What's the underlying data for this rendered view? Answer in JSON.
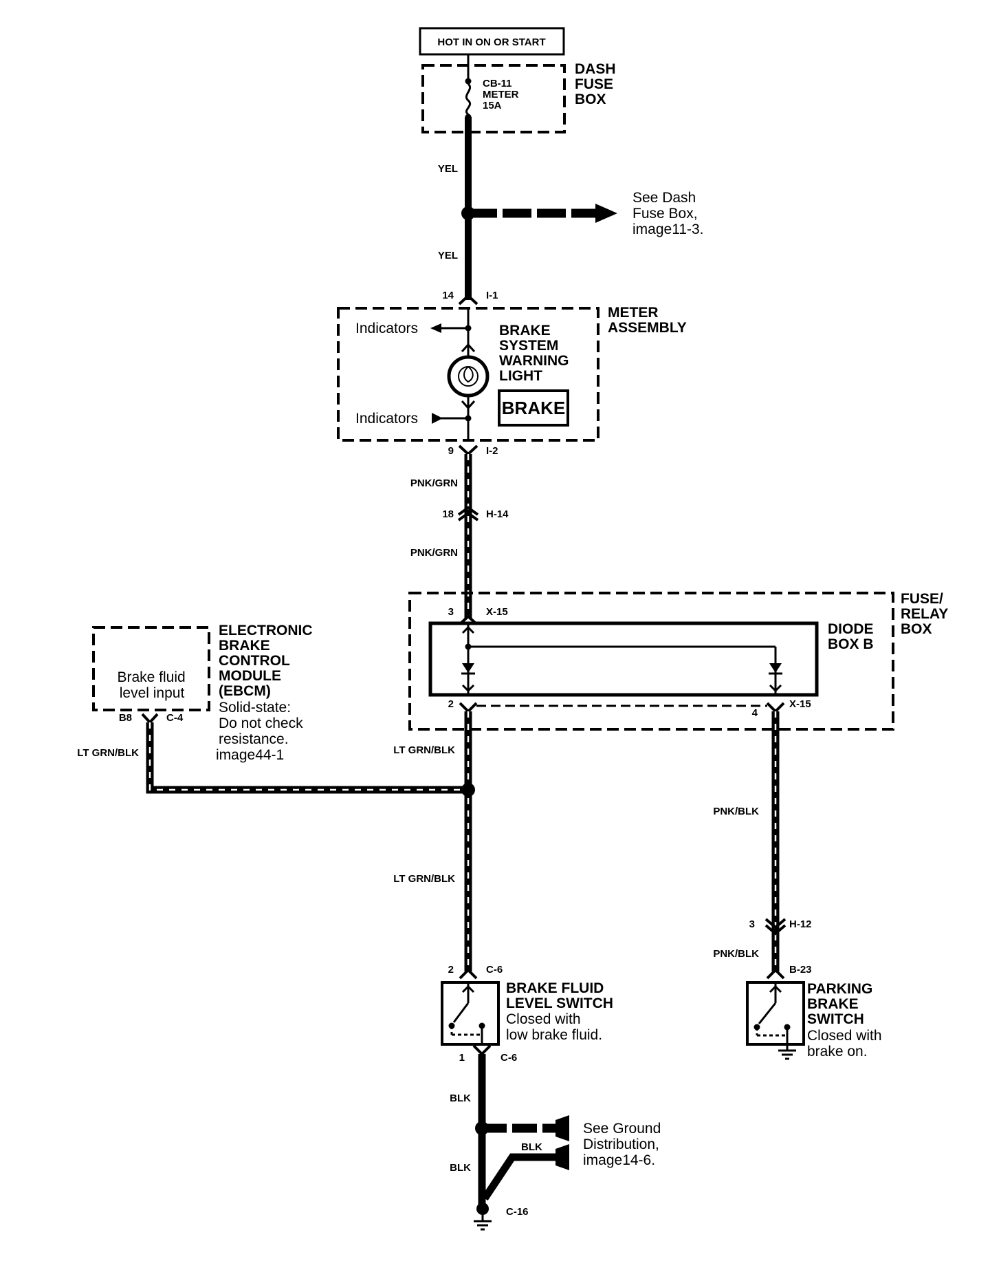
{
  "power_source": "HOT IN ON OR START",
  "dash_fuse_box": {
    "title": [
      "DASH",
      "FUSE",
      "BOX"
    ],
    "fuse": [
      "CB-11",
      "METER",
      "15A"
    ]
  },
  "wires": {
    "yel_1": "YEL",
    "yel_2": "YEL",
    "pnk_grn_1": "PNK/GRN",
    "pnk_grn_2": "PNK/GRN",
    "lt_grn_blk_1": "LT GRN/BLK",
    "lt_grn_blk_2": "LT GRN/BLK",
    "lt_grn_blk_ebcm": "LT GRN/BLK",
    "pnk_blk_1": "PNK/BLK",
    "pnk_blk_2": "PNK/BLK",
    "blk_1": "BLK",
    "blk_2": "BLK",
    "blk_3": "BLK"
  },
  "refs": {
    "dash_fuse": [
      "See Dash",
      "Fuse Box,",
      "image11-3."
    ],
    "ground": [
      "See Ground",
      "Distribution,",
      "image14-6."
    ]
  },
  "meter_assembly": {
    "title": [
      "METER",
      "ASSEMBLY"
    ],
    "indicators_top": "Indicators",
    "indicators_bottom": "Indicators",
    "warning_light": [
      "BRAKE",
      "SYSTEM",
      "WARNING",
      "LIGHT"
    ],
    "brake_badge": "BRAKE"
  },
  "connectors": {
    "i1_pin": "14",
    "i1": "I-1",
    "i2_pin": "9",
    "i2": "I-2",
    "h14_pin": "18",
    "h14": "H-14",
    "x15_pin3": "3",
    "x15_top": "X-15",
    "x15_pin2": "2",
    "x15_pin4": "4",
    "x15_right": "X-15",
    "c4_pin": "B8",
    "c4": "C-4",
    "h12_pin": "3",
    "h12": "H-12",
    "b23": "B-23",
    "c6_pin2": "2",
    "c6_top": "C-6",
    "c6_pin1": "1",
    "c6_bottom": "C-6",
    "c16": "C-16"
  },
  "fuse_relay_box": {
    "title": [
      "FUSE/",
      "RELAY",
      "BOX"
    ]
  },
  "diode_box": {
    "title": [
      "DIODE",
      "BOX B"
    ]
  },
  "ebcm": {
    "title": [
      "ELECTRONIC",
      "BRAKE",
      "CONTROL",
      "MODULE",
      "(EBCM)"
    ],
    "note": [
      "Solid-state:",
      "Do not check",
      "resistance.",
      "image44-1"
    ],
    "input": [
      "Brake fluid",
      "level input"
    ]
  },
  "brake_fluid_switch": {
    "title": [
      "BRAKE FLUID",
      "LEVEL SWITCH"
    ],
    "note": [
      "Closed with",
      "low brake fluid."
    ]
  },
  "parking_brake_switch": {
    "title": [
      "PARKING",
      "BRAKE",
      "SWITCH"
    ],
    "note": [
      "Closed with",
      "brake on."
    ]
  }
}
